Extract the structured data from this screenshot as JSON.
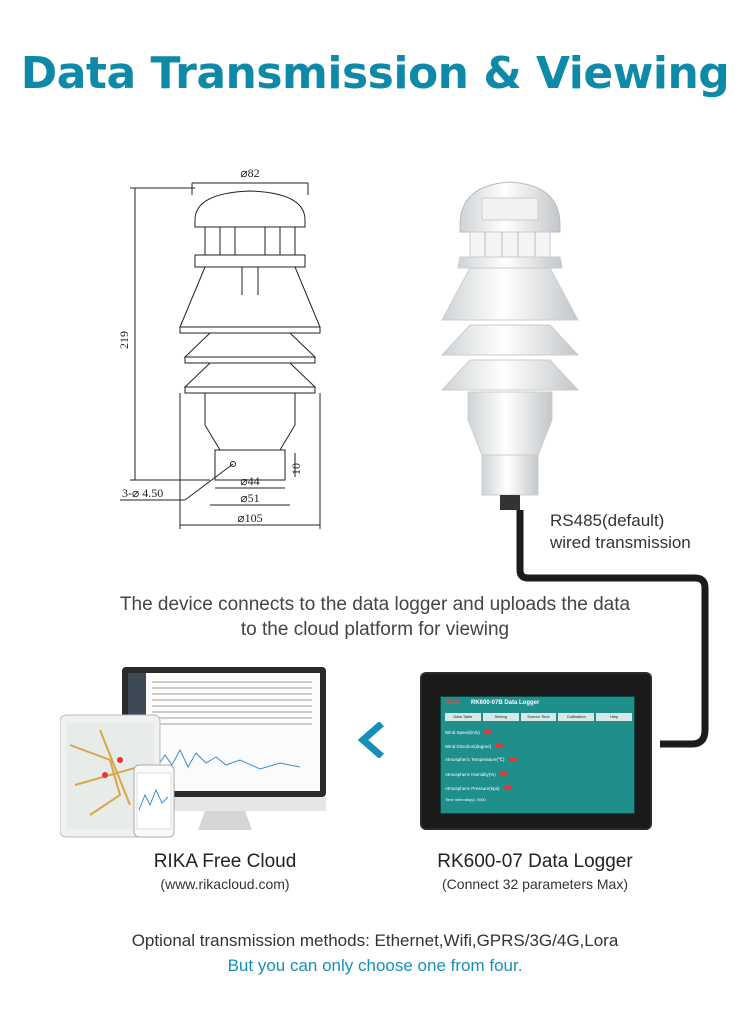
{
  "title": "Data Transmission & Viewing",
  "drawing": {
    "dim_top": "⌀82",
    "dim_height": "219",
    "dim_44": "⌀44",
    "dim_51": "⌀51",
    "dim_105": "⌀105",
    "dim_10": "10",
    "dim_holes": "3-⌀ 4.50"
  },
  "wired": {
    "line1": "RS485(default)",
    "line2": "wired transmission"
  },
  "description": {
    "line1": "The device connects to the data logger and uploads the data",
    "line2": "to the cloud platform for viewing"
  },
  "cloud": {
    "name": "RIKA Free Cloud",
    "url": "(www.rikacloud.com)"
  },
  "logger": {
    "name": "RK600-07 Data Logger",
    "capacity": "(Connect 32 parameters Max)",
    "screen_title": "RK600-07B Data Logger",
    "screen_logo": "RIKA",
    "tabs": [
      "Data Table",
      "Setting",
      "Screen Time",
      "Calibration",
      "Help"
    ],
    "rows": [
      "Wind Speed(m/s)",
      "Wind Direction(degree)",
      "Atmospheric Temperature(℃)",
      "Atmospheric Humidity(%)",
      "Atmospheric Pressure(kpa)"
    ],
    "footer": "Time Intervals(s): 0000"
  },
  "bottom": {
    "line1": "Optional transmission methods: Ethernet,Wifi,GPRS/3G/4G,Lora",
    "line2": "But you can only choose one from four."
  },
  "colors": {
    "title": "#0e8aa8",
    "accent": "#1690b6",
    "arrow": "#1690b6"
  }
}
